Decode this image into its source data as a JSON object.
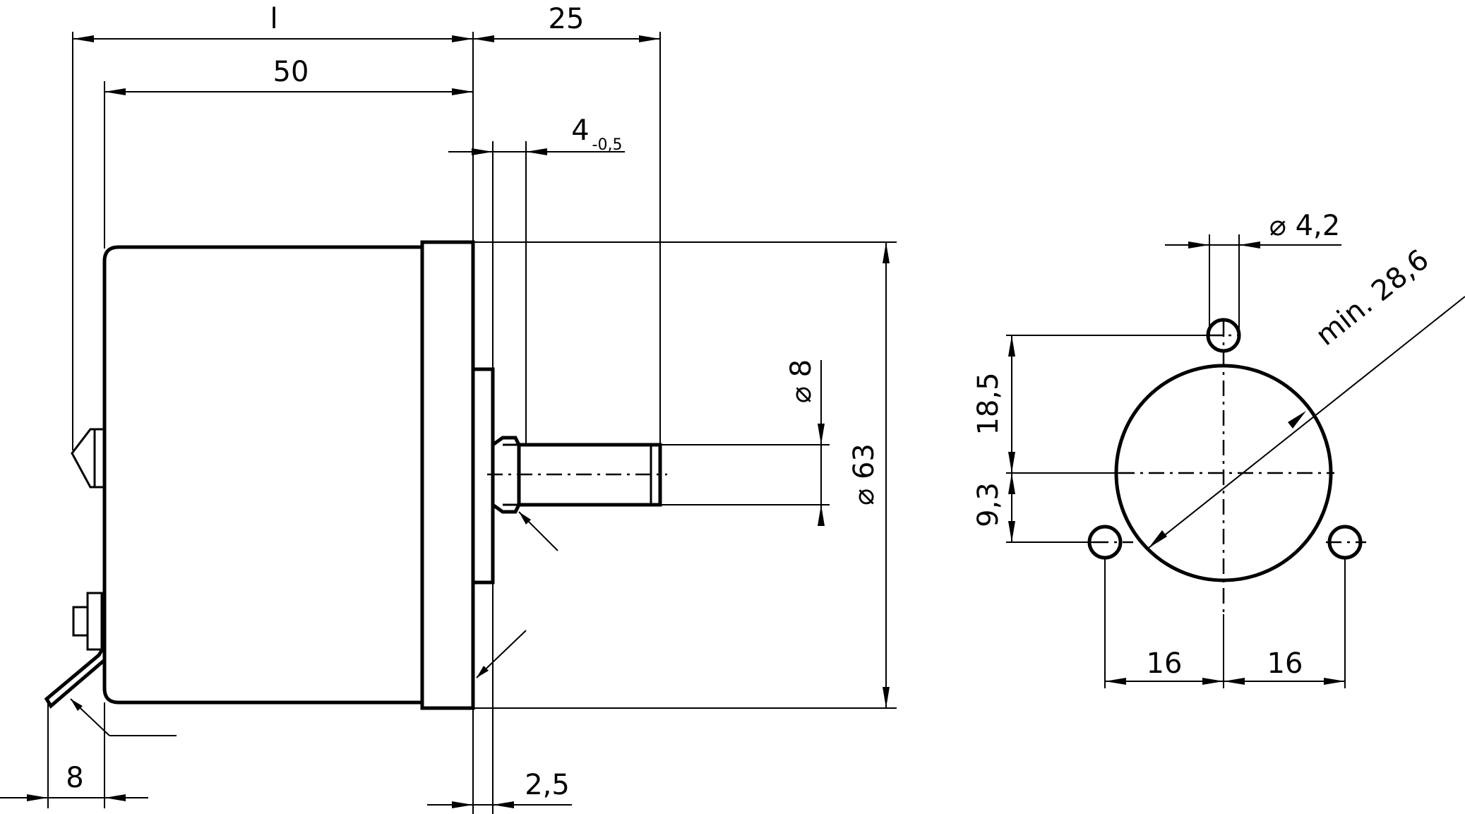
{
  "drawing": {
    "side_view": {
      "dims": {
        "l": "l",
        "d50": "50",
        "d25": "25",
        "d4": "4",
        "d4_tol": "-0,5",
        "dia8": "⌀ 8",
        "dia63": "⌀ 63",
        "d8": "8",
        "d2_5": "2,5"
      }
    },
    "front_view": {
      "dims": {
        "hole_dia": "⌀ 4,2",
        "min_dia": "min. 28,6",
        "d18_5": "18,5",
        "d9_3": "9,3",
        "d16_left": "16",
        "d16_right": "16"
      }
    }
  },
  "colors": {
    "line": "#000000",
    "background": "#ffffff"
  }
}
